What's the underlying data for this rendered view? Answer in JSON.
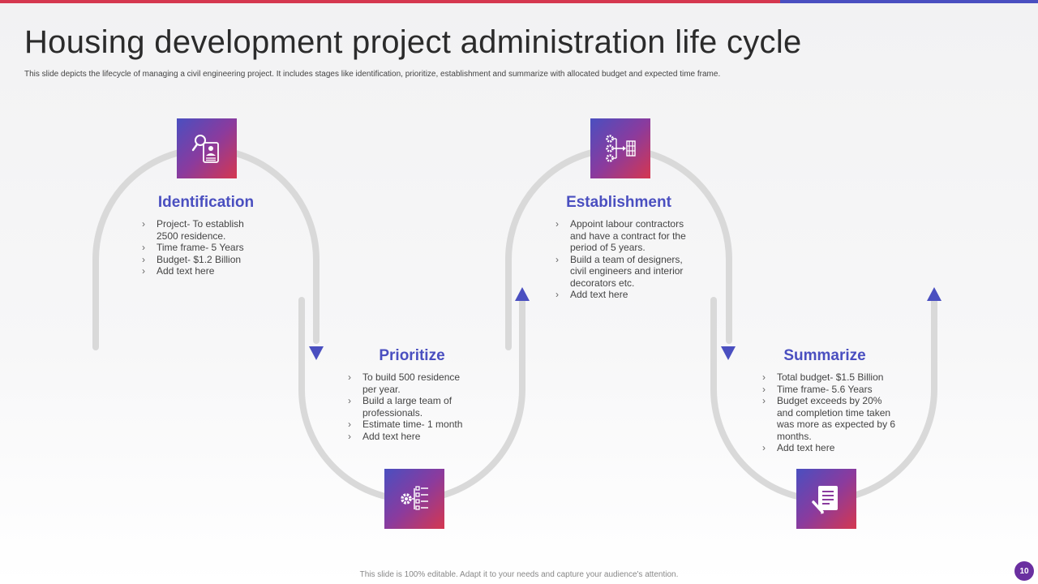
{
  "slide": {
    "title": "Housing development project administration life cycle",
    "subtitle": "This slide depicts the lifecycle of managing a civil engineering project. It includes stages like identification, prioritize, establishment and summarize with allocated budget and expected time frame.",
    "footer": "This slide is 100% editable. Adapt it to your needs and capture your audience's attention.",
    "page_number": "10"
  },
  "colors": {
    "accent_blue": "#4a4fc0",
    "accent_red": "#d5374f",
    "path_gray": "#d9d9d9"
  },
  "stages": [
    {
      "title": "Identification",
      "icon": "search-profile-icon",
      "bullets": [
        "Project- To establish 2500 residence.",
        "Time frame- 5 Years",
        "Budget- $1.2 Billion",
        "Add text here"
      ]
    },
    {
      "title": "Prioritize",
      "icon": "gear-checklist-icon",
      "bullets": [
        "To build 500 residence per year.",
        "Build a large team of professionals.",
        "Estimate time- 1 month",
        "Add text here"
      ]
    },
    {
      "title": "Establishment",
      "icon": "process-flow-icon",
      "bullets": [
        "Appoint labour contractors and have a contract for the period of 5 years.",
        "Build a team of designers, civil engineers and interior decorators etc.",
        "Add text here"
      ]
    },
    {
      "title": "Summarize",
      "icon": "document-pen-icon",
      "bullets": [
        "Total budget- $1.5 Billion",
        "Time frame- 5.6 Years",
        "Budget exceeds by 20% and completion time taken was more as expected by 6 months.",
        "Add text here"
      ]
    }
  ]
}
